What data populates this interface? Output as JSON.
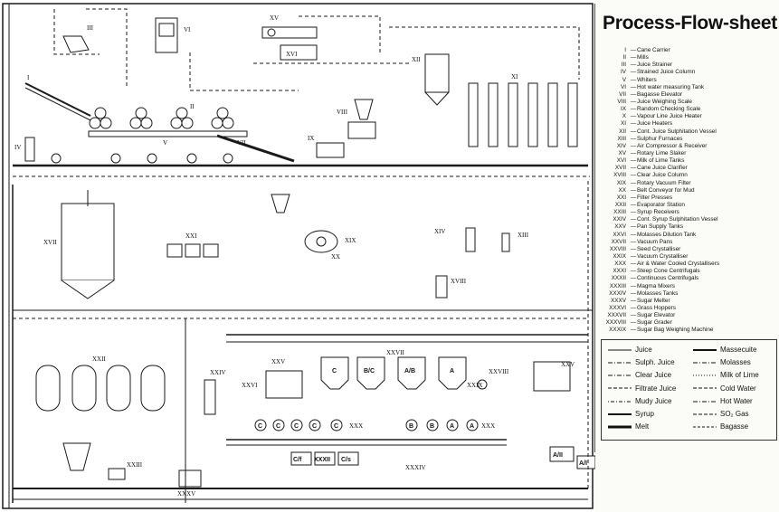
{
  "title": "Process-Flow-sheet",
  "legend": [
    {
      "num": "I",
      "label": "Cane Carrier"
    },
    {
      "num": "II",
      "label": "Mills"
    },
    {
      "num": "III",
      "label": "Juice Strainer"
    },
    {
      "num": "IV",
      "label": "Strained Juice Column"
    },
    {
      "num": "V",
      "label": "Whiters"
    },
    {
      "num": "VI",
      "label": "Hot water measuring Tank"
    },
    {
      "num": "VII",
      "label": "Bagasse Elevator"
    },
    {
      "num": "VIII",
      "label": "Juice Weighing Scale"
    },
    {
      "num": "IX",
      "label": "Random Checking Scale"
    },
    {
      "num": "X",
      "label": "Vapour Line Juice Heater"
    },
    {
      "num": "XI",
      "label": "Juice Heaters"
    },
    {
      "num": "XII",
      "label": "Cont. Juice Sulphitation Vessel"
    },
    {
      "num": "XIII",
      "label": "Sulphur Furnaces"
    },
    {
      "num": "XIV",
      "label": "Air Compressor & Receiver"
    },
    {
      "num": "XV",
      "label": "Rotary Lime Slaker"
    },
    {
      "num": "XVI",
      "label": "Milk of Lime Tanks"
    },
    {
      "num": "XVII",
      "label": "Cane Juice Clarifier"
    },
    {
      "num": "XVIII",
      "label": "Clear Juice Column"
    },
    {
      "num": "XIX",
      "label": "Rotary Vacuum Filter"
    },
    {
      "num": "XX",
      "label": "Belt Conveyor for Mud"
    },
    {
      "num": "XXI",
      "label": "Filter Presses"
    },
    {
      "num": "XXII",
      "label": "Evaporator Station"
    },
    {
      "num": "XXIII",
      "label": "Syrup Receivers"
    },
    {
      "num": "XXIV",
      "label": "Cont. Syrup Sulphitation Vessel"
    },
    {
      "num": "XXV",
      "label": "Pan Supply Tanks"
    },
    {
      "num": "XXVI",
      "label": "Molasses Dilution Tank"
    },
    {
      "num": "XXVII",
      "label": "Vacuum Pans"
    },
    {
      "num": "XXVIII",
      "label": "Seed Crystalliser"
    },
    {
      "num": "XXIX",
      "label": "Vacuum Crystalliser"
    },
    {
      "num": "XXX",
      "label": "Air & Water Cooled Crystallisers"
    },
    {
      "num": "XXXI",
      "label": "Steep Cone Centrifugals"
    },
    {
      "num": "XXXII",
      "label": "Continuous Centrifugals"
    },
    {
      "num": "XXXIII",
      "label": "Magma Mixers"
    },
    {
      "num": "XXXIV",
      "label": "Molasses Tanks"
    },
    {
      "num": "XXXV",
      "label": "Sugar Melter"
    },
    {
      "num": "XXXVI",
      "label": "Grass Hoppers"
    },
    {
      "num": "XXXVII",
      "label": "Sugar Elevator"
    },
    {
      "num": "XXXVIII",
      "label": "Sugar Grader"
    },
    {
      "num": "XXXIX",
      "label": "Sugar Bag Weighing Machine"
    }
  ],
  "line_key": {
    "left": [
      "Juice",
      "Sulph. Juice",
      "Clear Juice",
      "Filtrate Juice",
      "Mudy Juice",
      "Syrup",
      "Melt"
    ],
    "right": [
      "Massecuite",
      "Molasses",
      "Milk of Lime",
      "Cold Water",
      "Hot Water",
      "SO₂ Gas",
      "Bagasse"
    ]
  },
  "diagram_labels": {
    "pan_labels": [
      "C",
      "B/C",
      "A/B",
      "A"
    ],
    "crys_c": [
      "C",
      "C",
      "C",
      "C",
      "C"
    ],
    "crys_ba": [
      "B",
      "B",
      "A",
      "A"
    ],
    "cf_labels": [
      "C/f",
      "XXXII",
      "C/s",
      "A/II",
      "A/I"
    ]
  }
}
